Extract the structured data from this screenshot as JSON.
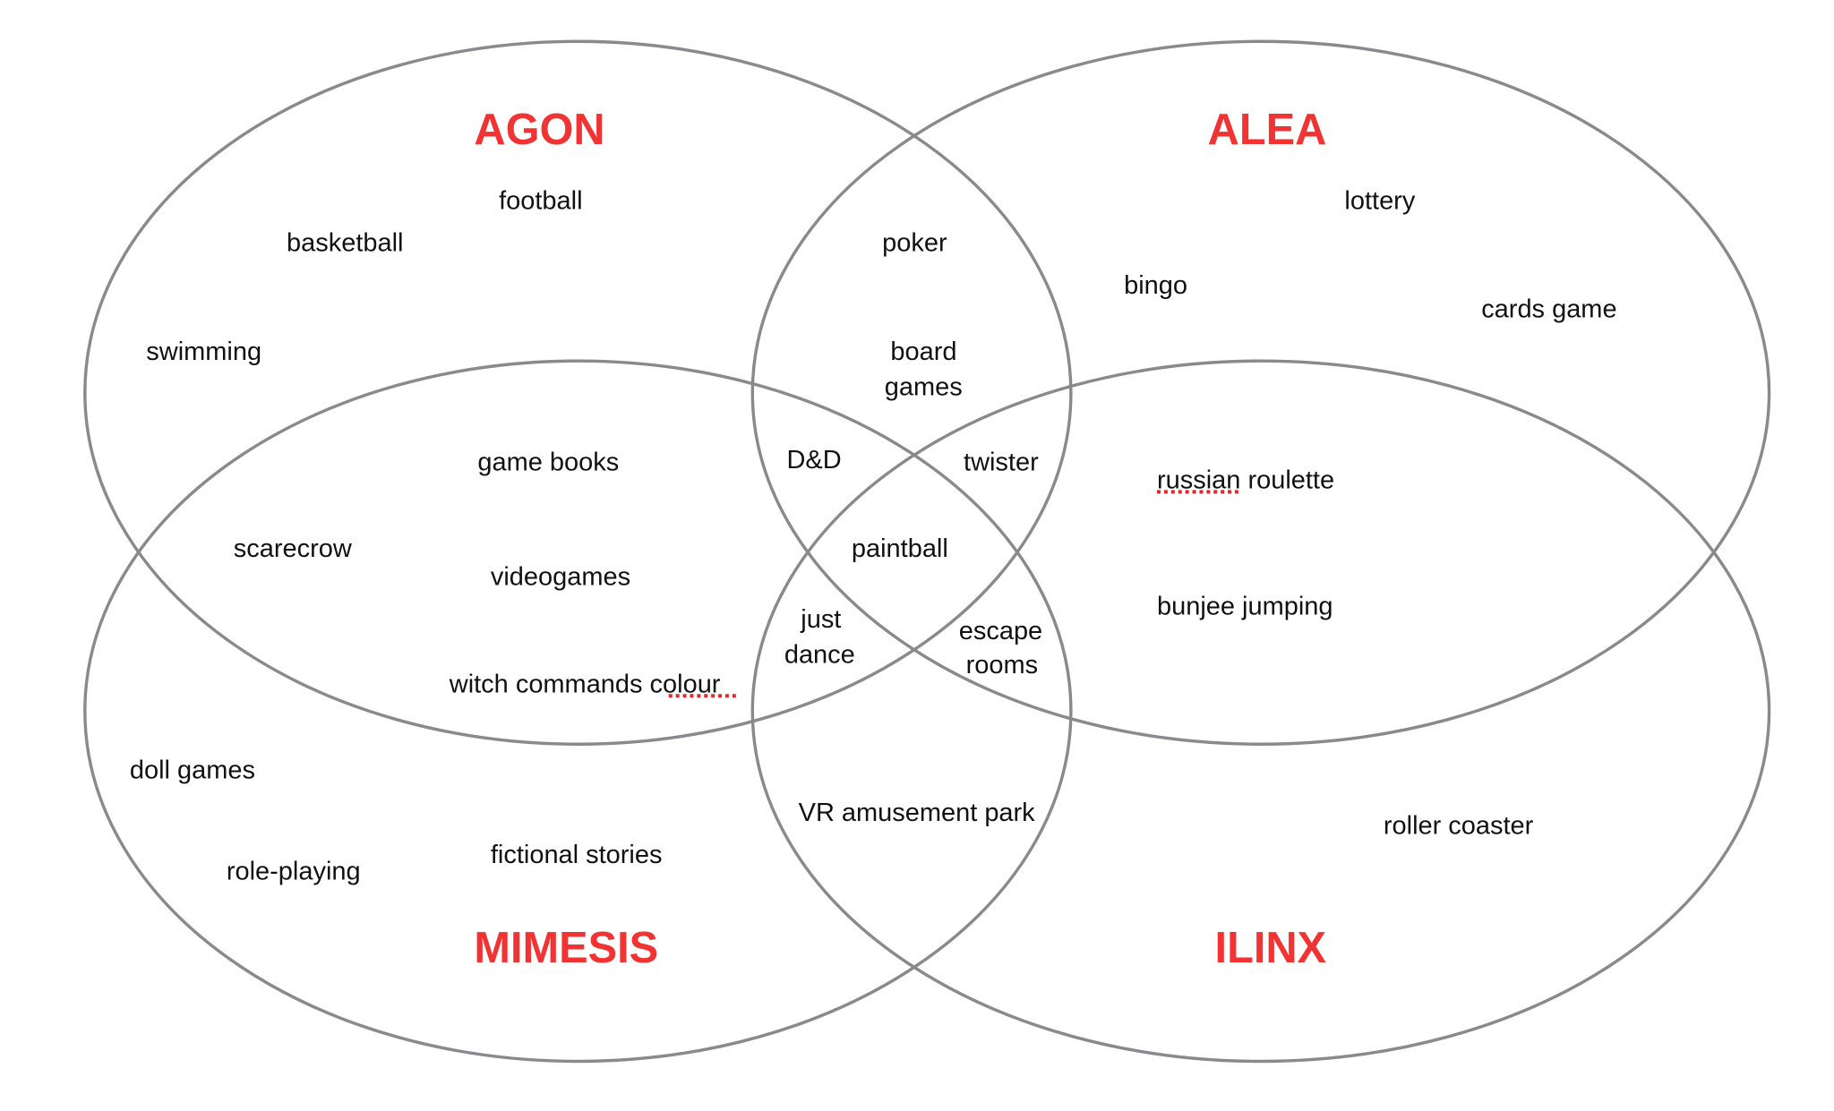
{
  "sets": {
    "agon": "AGON",
    "alea": "ALEA",
    "mimesis": "MIMESIS",
    "ilinx": "ILINX"
  },
  "items": {
    "football": "football",
    "basketball": "basketball",
    "swimming": "swimming",
    "lottery": "lottery",
    "bingo": "bingo",
    "cards_game": "cards game",
    "poker": "poker",
    "board_games_1": "board",
    "board_games_2": "games",
    "game_books": "game books",
    "scarecrow": "scarecrow",
    "videogames": "videogames",
    "witch_commands_colour": "witch commands colour",
    "dnd": "D&D",
    "twister": "twister",
    "paintball": "paintball",
    "just_dance_1": "just",
    "just_dance_2": "dance",
    "escape_rooms_1": "escape",
    "escape_rooms_2": "rooms",
    "russian_roulette": "russian roulette",
    "bunjee_jumping": "bunjee jumping",
    "doll_games": "doll games",
    "role_playing": "role-playing",
    "fictional_stories": "fictional stories",
    "vr_amusement_park": "VR amusement park",
    "roller_coaster": "roller coaster"
  },
  "colors": {
    "title": "#f23333",
    "ring": "#8a898e",
    "spellcheck": "#e8242b"
  }
}
